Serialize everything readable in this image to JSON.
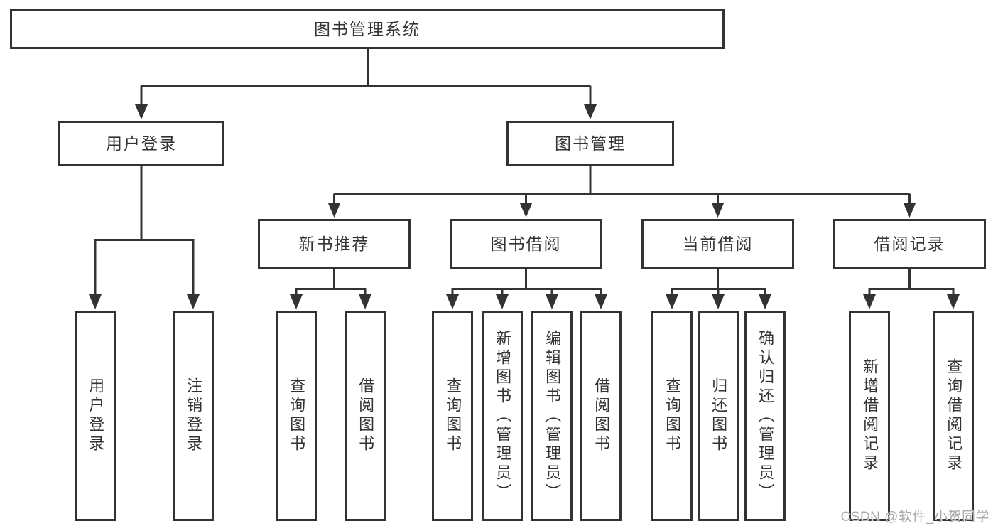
{
  "diagram": {
    "colors": {
      "line": "#333333",
      "text": "#333333",
      "background": "#ffffff",
      "watermark": "#aaaaaa"
    },
    "watermark": "CSDN @软件_小贺同学",
    "nodes": {
      "root": {
        "label": "图书管理系统"
      },
      "user_login": {
        "label": "用户登录"
      },
      "book_management": {
        "label": "图书管理"
      },
      "new_book_recommend": {
        "label": "新书推荐"
      },
      "book_borrowing": {
        "label": "图书借阅"
      },
      "current_borrowing": {
        "label": "当前借阅"
      },
      "borrowing_records": {
        "label": "借阅记录"
      },
      "leaf_user_login": {
        "label": "用户登录"
      },
      "leaf_logout": {
        "label": "注销登录"
      },
      "leaf_query_books_recommend": {
        "label": "查询图书"
      },
      "leaf_borrow_books_recommend": {
        "label": "借阅图书"
      },
      "leaf_query_books_borrowing": {
        "label": "查询图书"
      },
      "leaf_add_books_admin": {
        "label": "新增图书（管理员）"
      },
      "leaf_edit_books_admin": {
        "label": "编辑图书（管理员）"
      },
      "leaf_borrow_books_borrowing": {
        "label": "借阅图书"
      },
      "leaf_query_books_current": {
        "label": "查询图书"
      },
      "leaf_return_books": {
        "label": "归还图书"
      },
      "leaf_confirm_return_admin": {
        "label": "确认归还（管理员）"
      },
      "leaf_add_borrow_record": {
        "label": "新增借阅记录"
      },
      "leaf_query_borrow_record": {
        "label": "查询借阅记录"
      }
    },
    "hierarchy": {
      "图书管理系统": {
        "用户登录": [
          "用户登录",
          "注销登录"
        ],
        "图书管理": {
          "新书推荐": [
            "查询图书",
            "借阅图书"
          ],
          "图书借阅": [
            "查询图书",
            "新增图书（管理员）",
            "编辑图书（管理员）",
            "借阅图书"
          ],
          "当前借阅": [
            "查询图书",
            "归还图书",
            "确认归还（管理员）"
          ],
          "借阅记录": [
            "新增借阅记录",
            "查询借阅记录"
          ]
        }
      }
    }
  }
}
